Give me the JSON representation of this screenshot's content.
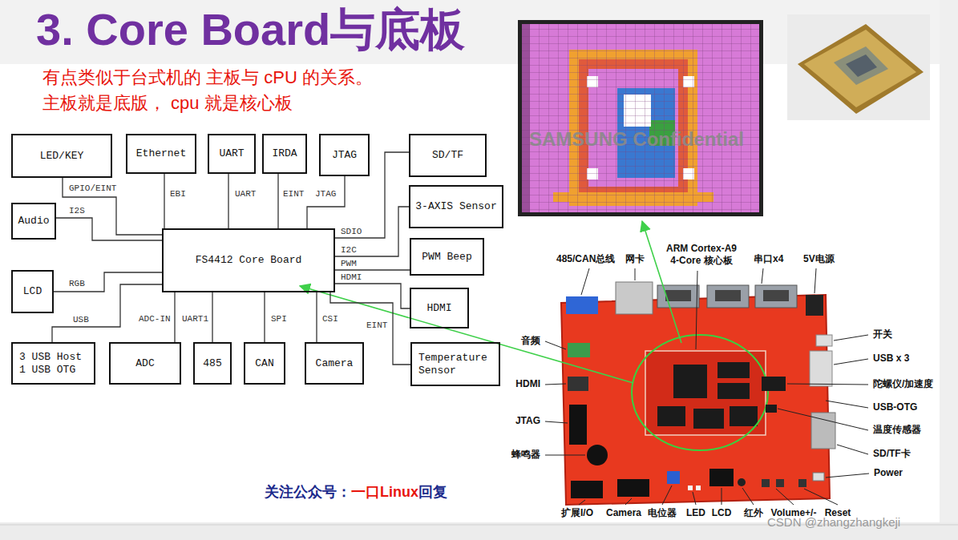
{
  "diagram": {
    "title": "3. Core Board与底板",
    "nodes": [
      {
        "text": [
          "LED/KEY"
        ]
      },
      {
        "text": [
          "Ethernet"
        ]
      },
      {
        "text": [
          "UART"
        ]
      },
      {
        "text": [
          "IRDA"
        ]
      },
      {
        "text": [
          "JTAG"
        ]
      },
      {
        "text": [
          "SD/TF"
        ]
      },
      {
        "text": [
          "Audio"
        ]
      },
      {
        "text": [
          "3-AXIS Sensor"
        ]
      },
      {
        "text": [
          "FS4412 Core Board"
        ]
      },
      {
        "text": [
          "PWM Beep"
        ]
      },
      {
        "text": [
          "LCD"
        ]
      },
      {
        "text": [
          "HDMI"
        ]
      },
      {
        "text": [
          "Temperature Sensor"
        ]
      },
      {
        "text": [
          "3 USB Host 1 USB OTG"
        ]
      },
      {
        "text": [
          "ADC"
        ]
      },
      {
        "text": [
          "485"
        ]
      },
      {
        "text": [
          "CAN"
        ]
      },
      {
        "text": [
          "Camera"
        ]
      }
    ],
    "edges": [
      {
        "from": 8,
        "to": 0,
        "label": "GPIO/EINT",
        "arrow": "none"
      },
      {
        "from": 8,
        "to": 1,
        "label": "EBI",
        "arrow": "none"
      },
      {
        "from": 8,
        "to": 2,
        "label": "UART",
        "arrow": "none"
      },
      {
        "from": 8,
        "to": 3,
        "label": "EINT",
        "arrow": "none"
      },
      {
        "from": 8,
        "to": 4,
        "label": "JTAG",
        "arrow": "none"
      },
      {
        "from": 8,
        "to": 5,
        "label": "SDIO",
        "arrow": "none"
      },
      {
        "from": 8,
        "to": 6,
        "label": "I2S",
        "arrow": "none"
      },
      {
        "from": 8,
        "to": 7,
        "label": "I2C",
        "arrow": "none"
      },
      {
        "from": 8,
        "to": 9,
        "label": "PWM",
        "arrow": "none"
      },
      {
        "from": 8,
        "to": 10,
        "label": "RGB",
        "arrow": "none"
      },
      {
        "from": 8,
        "to": 11,
        "label": "HDMI",
        "arrow": "none"
      },
      {
        "from": 8,
        "to": 12,
        "label": "EINT",
        "arrow": "none"
      },
      {
        "from": 8,
        "to": 13,
        "label": "USB",
        "arrow": "none"
      },
      {
        "from": 8,
        "to": 14,
        "label": "ADC-IN",
        "arrow": "none"
      },
      {
        "from": 8,
        "to": 15,
        "label": "UART1",
        "arrow": "none"
      },
      {
        "from": 8,
        "to": 16,
        "label": "SPI",
        "arrow": "none"
      },
      {
        "from": 8,
        "to": 17,
        "label": "CSI",
        "arrow": "none"
      }
    ],
    "labels": [
      "有点类似于台式机的 主板与 cPU 的关系。",
      "主板就是底版， cpu 就是核心板",
      "SAMSUNG Confidential",
      "485/CAN总线",
      "网卡",
      "ARM Cortex-A9 4-Core 核心板",
      "串口x4",
      "5V电源",
      "音频",
      "开关",
      "USB x 3",
      "HDMI",
      "陀螺仪/加速度",
      "JTAG",
      "USB-OTG",
      "温度传感器",
      "SD/TF卡",
      "蜂鸣器",
      "Power",
      "扩展I/O",
      "Camera",
      "电位器",
      "LED",
      "LCD",
      "红外",
      "Volume+/-",
      "Reset",
      "关注公众号：",
      "一口Linux",
      "回复",
      "CSDN @zhangzhangkeji"
    ]
  }
}
